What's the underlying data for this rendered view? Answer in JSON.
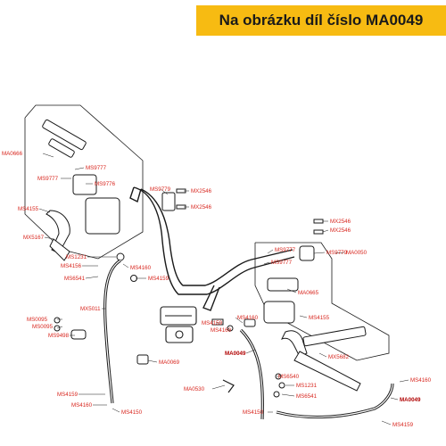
{
  "banner": {
    "text": "Na obrázku díl číslo MA0049",
    "color": "#f7bb12"
  },
  "colors": {
    "label": "#d8261e",
    "line": "#1a1a1a"
  },
  "parts": [
    "MA0666",
    "MS9777",
    "MS9777",
    "MS9776",
    "MS9779",
    "MX2546",
    "MX2546",
    "MS4155",
    "MX5167",
    "MS1231",
    "MS4156",
    "MS6541",
    "MS4160",
    "MS4159",
    "MX5011",
    "MS0095",
    "MS0095",
    "MS9498",
    "MA0069",
    "MS4159",
    "MS4160",
    "MS4150",
    "MX2546",
    "MX2546",
    "MS9777",
    "MS9779",
    "MA0050",
    "MS9777",
    "MA0665",
    "MS4159",
    "MS4160",
    "MS4160",
    "MS4155",
    "MA0049",
    "MX5682",
    "MS6540",
    "MS1231",
    "MS6541",
    "MA0530",
    "MS4160",
    "MA0049",
    "MS4150",
    "MS4159"
  ]
}
